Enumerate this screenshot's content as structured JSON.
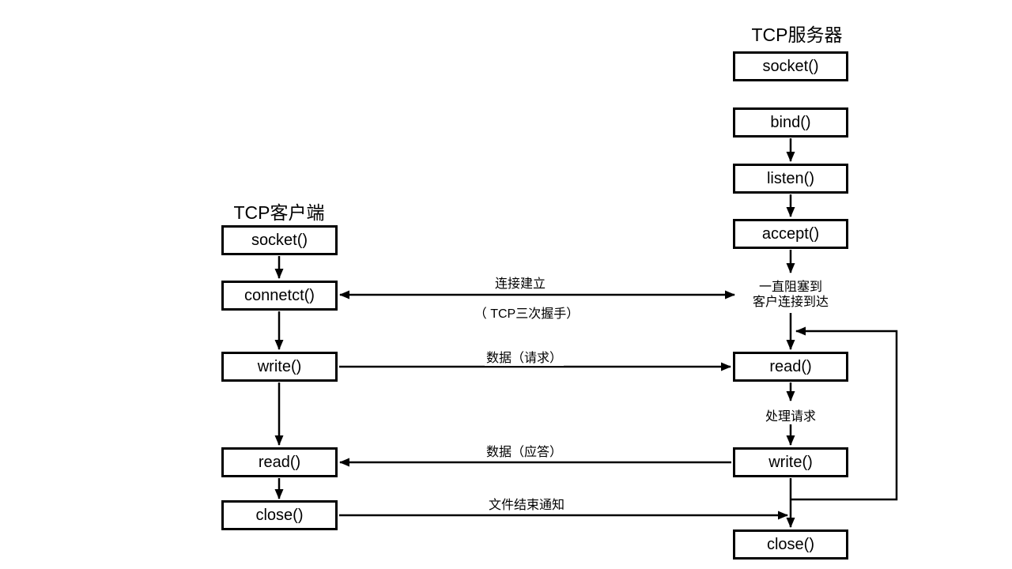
{
  "diagram": {
    "server": {
      "title": "TCP服务器",
      "boxes": {
        "socket": "socket()",
        "bind": "bind()",
        "listen": "listen()",
        "accept": "accept()",
        "read": "read()",
        "write": "write()",
        "close": "close()"
      },
      "block_note_line1": "一直阻塞到",
      "block_note_line2": "客户连接到达",
      "process_note": "处理请求"
    },
    "client": {
      "title": "TCP客户端",
      "boxes": {
        "socket": "socket()",
        "connect": "connetct()",
        "write": "write()",
        "read": "read()",
        "close": "close()"
      }
    },
    "edge_labels": {
      "establish": "连接建立",
      "establish_sub": "（ TCP三次握手）",
      "request": "数据（请求）",
      "reply": "数据（应答）",
      "eof": "文件结束通知"
    },
    "colors": {
      "background": "#ffffff",
      "line": "#000000",
      "text": "#000000"
    }
  }
}
